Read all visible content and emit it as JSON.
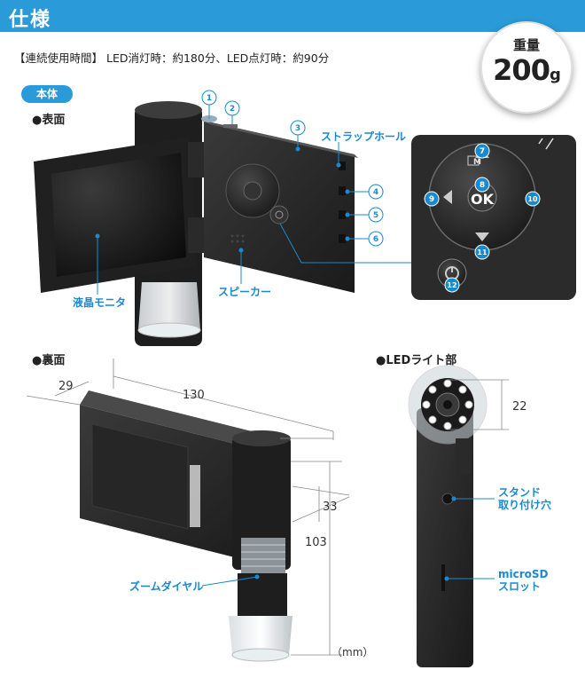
{
  "header": {
    "title": "仕様"
  },
  "spec_line": "【連続使用時間】 LED消灯時：約180分、LED点灯時：約90分",
  "weight": {
    "label": "重量",
    "value": "200",
    "unit": "g"
  },
  "main_badge": "本体",
  "sections": {
    "front": "●表面",
    "back": "●裏面",
    "led": "●LEDライト部"
  },
  "callouts": {
    "strap_hole": "ストラップホール",
    "lcd": "液晶モニタ",
    "speaker": "スピーカー",
    "zoom_dial": "ズームダイヤル",
    "stand_hole": "スタンド\n取り付け穴",
    "microsd": "microSD\nスロット"
  },
  "buttons": {
    "ok": "OK",
    "m": "M"
  },
  "numbers": [
    "1",
    "2",
    "3",
    "4",
    "5",
    "6",
    "7",
    "8",
    "9",
    "10",
    "11",
    "12"
  ],
  "dimensions": {
    "width": "130",
    "depth": "29",
    "height": "103",
    "head": "33",
    "led": "22",
    "unit": "（mm）"
  },
  "colors": {
    "accent": "#2a9bd8",
    "label": "#1a8ad0",
    "device": "#2b2b2b"
  }
}
